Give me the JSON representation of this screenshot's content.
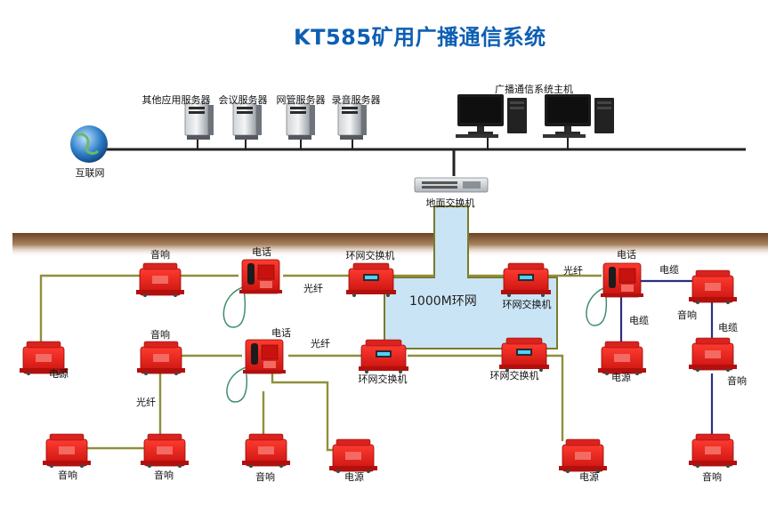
{
  "title": "KT585矿用广播通信系统",
  "ring_label": "1000M环网",
  "top": {
    "internet": "互联网",
    "servers": [
      "其他应用服务器",
      "会议服务器",
      "网管服务器",
      "录音服务器"
    ],
    "host": "广播通信系统主机",
    "ground_switch": "地面交换机"
  },
  "left": {
    "speaker_top": "音响",
    "phone_top": "电话",
    "fiber_top": "光纤",
    "switch_top": "环网交换机",
    "power_left": "电源",
    "speaker_mid": "音响",
    "phone_mid": "电话",
    "fiber_mid": "光纤",
    "switch_mid": "环网交换机",
    "fiber_vert": "光纤",
    "speaker_bl1": "音响",
    "speaker_bl2": "音响",
    "speaker_bl3": "音响",
    "power_bottom": "电源"
  },
  "right": {
    "switch_top": "环网交换机",
    "fiber": "光纤",
    "phone": "电话",
    "cable1": "电缆",
    "cable2": "电缆",
    "cable3": "电缆",
    "speaker1": "音响",
    "speaker2": "音响",
    "speaker3": "音响",
    "power_mid": "电源",
    "switch_mid": "环网交换机",
    "power_bottom": "电源"
  },
  "colors": {
    "title": "#0d5fb3",
    "device_red": "#e8201c",
    "fiber_line": "#8f8f3c",
    "cable_line": "#2d2f7a",
    "ring_fill": "#c9e4f5",
    "ground": "#7a5230"
  }
}
